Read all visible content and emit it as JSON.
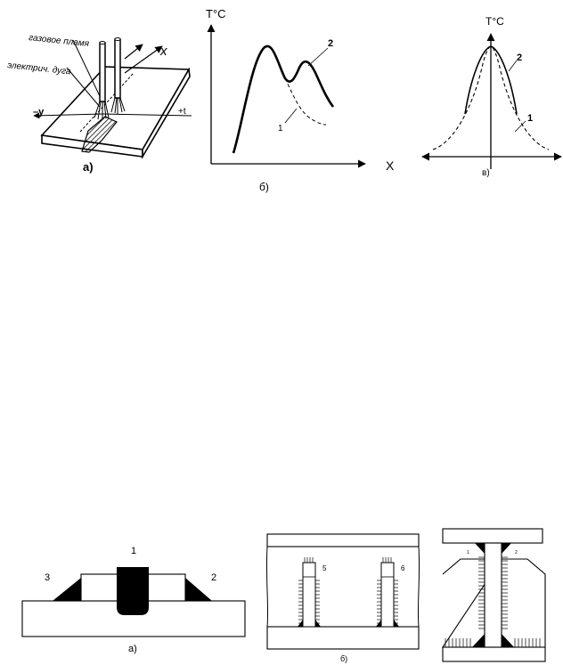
{
  "fig_a": {
    "label_gas": "газовое пламя",
    "label_arc": "электрич. дуга",
    "axis_x": "x",
    "axis_neg_y": "–y",
    "axis_t": "+t",
    "caption": "а)"
  },
  "fig_b": {
    "ylabel": "T°C",
    "xlabel": "X",
    "curve1": "1",
    "curve2": "2",
    "caption": "б)"
  },
  "fig_v": {
    "ylabel": "T°C",
    "curve1": "1",
    "curve2": "2",
    "caption": "в)"
  },
  "bottom_a": {
    "label1": "1",
    "label2": "2",
    "label3": "3",
    "caption": "а)"
  },
  "bottom_b": {
    "label5": "5",
    "label6": "6",
    "caption": "б)"
  },
  "bottom_c": {
    "label1": "1",
    "label2": "2"
  }
}
